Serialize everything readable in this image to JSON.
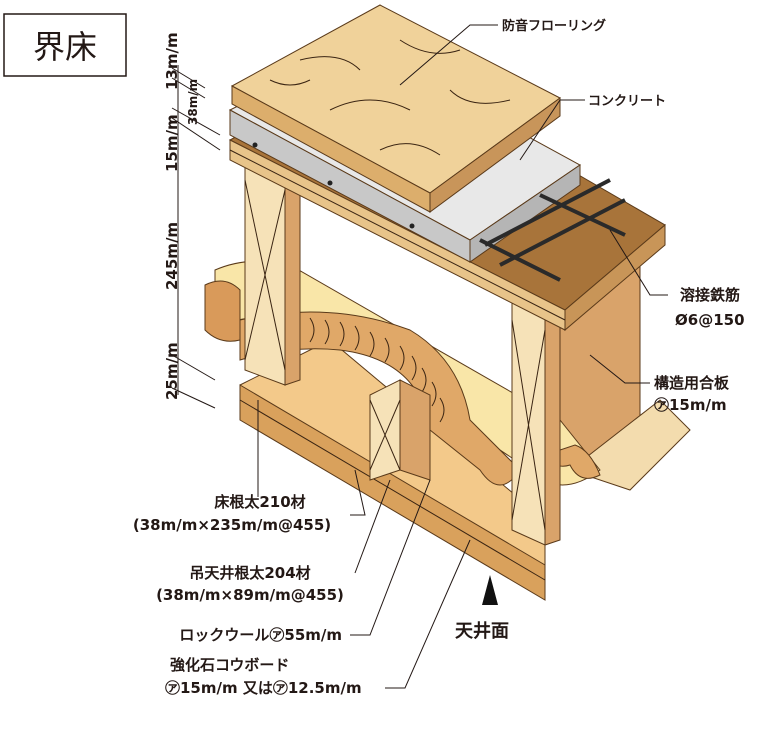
{
  "title": "界床",
  "dimensions": [
    "13m/m",
    "38m/m",
    "15m/m",
    "245m/m",
    "25m/m"
  ],
  "labels": {
    "flooring": "防音フローリング",
    "concrete": "コンクリート",
    "rebar_name": "溶接鉄筋",
    "rebar_spec": "Ø6@150",
    "plywood_name": "構造用合板",
    "plywood_spec": "㋐15m/m",
    "joist_name": "床根太210材",
    "joist_spec": "(38m/m×235m/m@455)",
    "ceiling_joist_name": "吊天井根太204材",
    "ceiling_joist_spec": "(38m/m×89m/m@455)",
    "rockwool": "ロックウール㋐55m/m",
    "gypsum_name": "強化石コウボード",
    "gypsum_spec": "㋐15m/m 又は㋐12.5m/m",
    "ceiling_surface": "天井面"
  },
  "colors": {
    "flooring": "#f0d29a",
    "concrete": "#d8d8d8",
    "plywood": "#c99a5a",
    "joist": "#f3dcae",
    "insulation": "#e9c07c",
    "ceiling": "#e6b676"
  }
}
